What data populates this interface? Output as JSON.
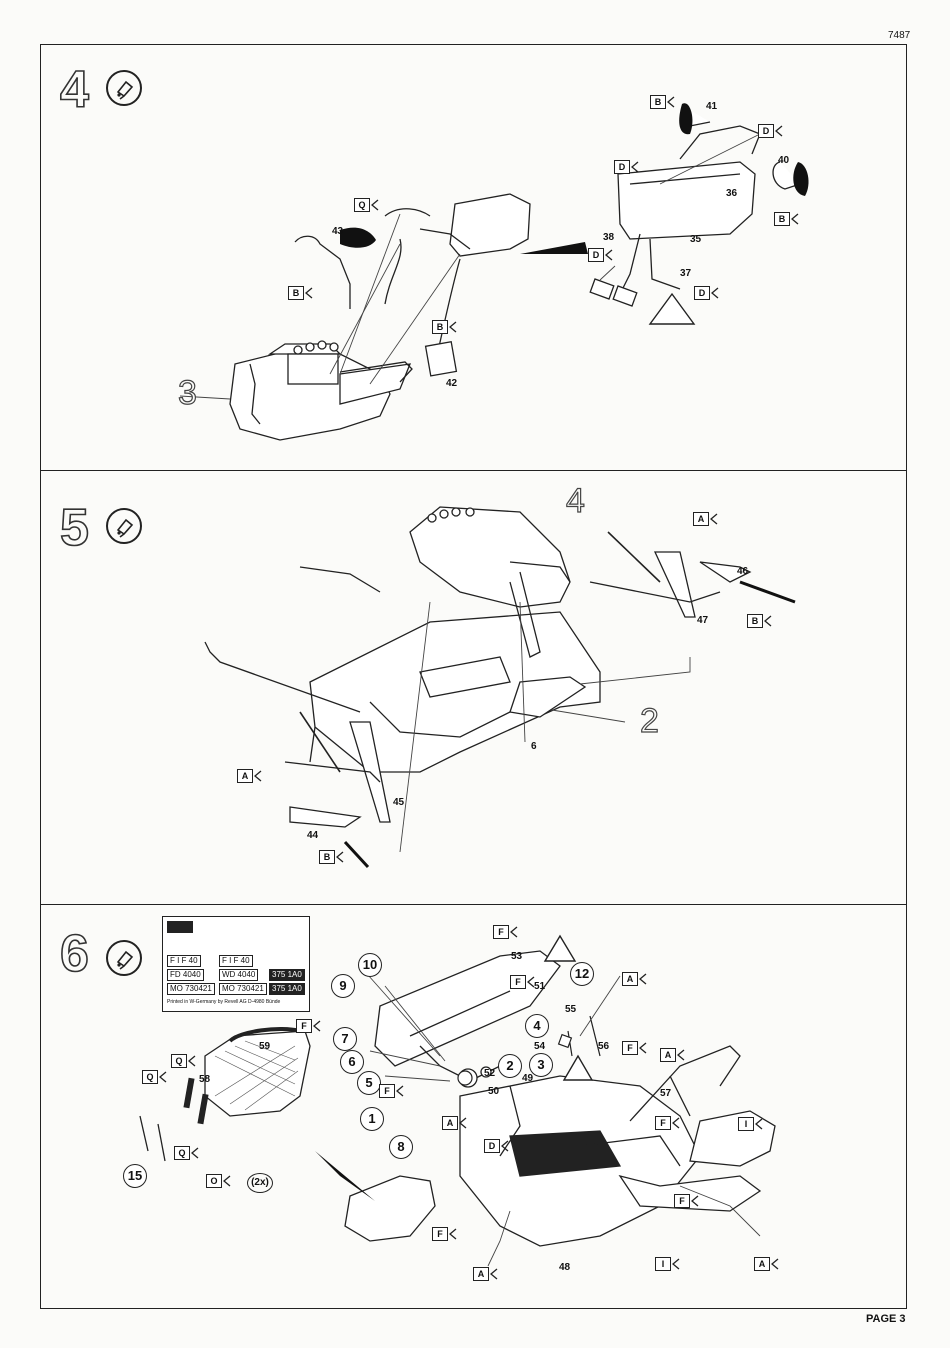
{
  "header": {
    "code": "7487"
  },
  "footer": {
    "page": "PAGE 3"
  },
  "step4": {
    "step_number": "4",
    "sub_assembly": "3",
    "parts": [
      "43",
      "41",
      "40",
      "36",
      "38",
      "35",
      "37",
      "42"
    ],
    "tags": [
      "Q",
      "B",
      "B",
      "D",
      "D",
      "B",
      "D",
      "D",
      "B"
    ]
  },
  "step5": {
    "step_number": "5",
    "sub_assembly_top": "4",
    "sub_assembly_right": "2",
    "parts": [
      "46",
      "47",
      "6",
      "45",
      "44"
    ],
    "tags": [
      "A",
      "B",
      "A",
      "B"
    ]
  },
  "step6": {
    "step_number": "6",
    "parts": [
      "53",
      "51",
      "55",
      "54",
      "56",
      "52",
      "50",
      "49",
      "57",
      "59",
      "58",
      "48"
    ],
    "circled": [
      "10",
      "9",
      "12",
      "7",
      "6",
      "5",
      "4",
      "2",
      "3",
      "1",
      "8",
      "15"
    ],
    "tags": [
      "F",
      "F",
      "A",
      "F",
      "A",
      "F",
      "F",
      "A",
      "D",
      "I",
      "F",
      "F",
      "Q",
      "Q",
      "Q",
      "O",
      "F",
      "A",
      "I",
      "A"
    ],
    "count_label": "(2x)",
    "decal_sheet": {
      "plates": [
        "F I F 40",
        "F I F 40",
        "FD 4040",
        "WD 4040",
        "MO 730421",
        "MO 730421",
        "375 1A0",
        "375 1A0"
      ],
      "footer": "Printed in W-Germany by Revell AG D-4980 Bünde"
    }
  }
}
